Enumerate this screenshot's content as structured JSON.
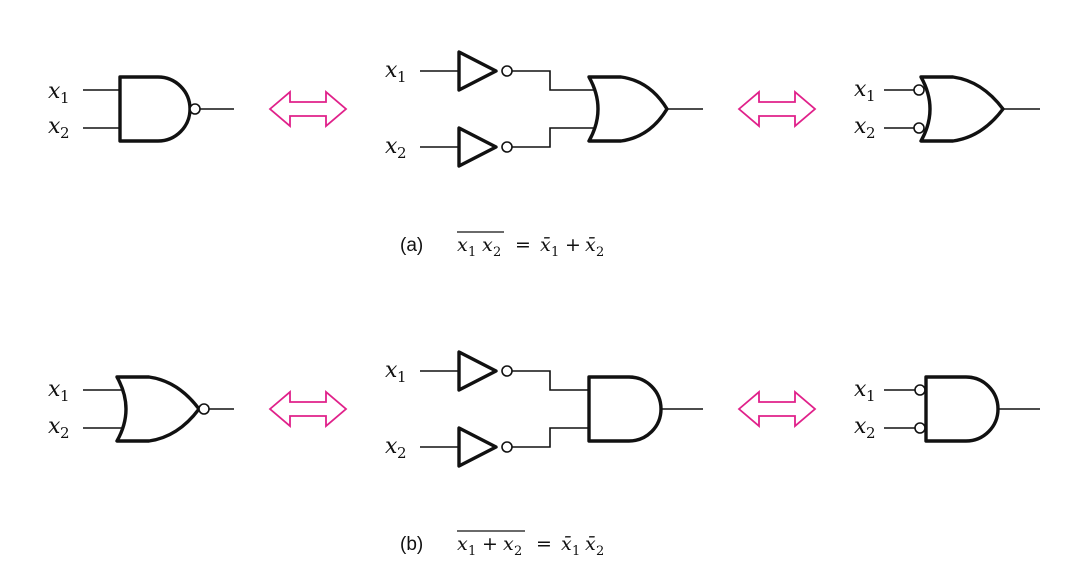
{
  "inputs": {
    "var": "x",
    "sub1": "1",
    "sub2": "2"
  },
  "captions": {
    "a": {
      "tag": "(a)",
      "lhs_v1": "x",
      "lhs_s1": "1",
      "lhs_v2": "x",
      "lhs_s2": "2",
      "equals": "=",
      "rhs_v1": "x̄",
      "rhs_s1": "1",
      "plus": "+",
      "rhs_v2": "x̄",
      "rhs_s2": "2"
    },
    "b": {
      "tag": "(b)",
      "lhs_v1": "x",
      "lhs_s1": "1",
      "lhs_plus": "+",
      "lhs_v2": "x",
      "lhs_s2": "2",
      "equals": "=",
      "rhs_v1": "x̄",
      "rhs_s1": "1",
      "rhs_v2": "x̄",
      "rhs_s2": "2"
    }
  },
  "colors": {
    "line": "#111111",
    "equivalence_arrow": "#e0218a"
  }
}
